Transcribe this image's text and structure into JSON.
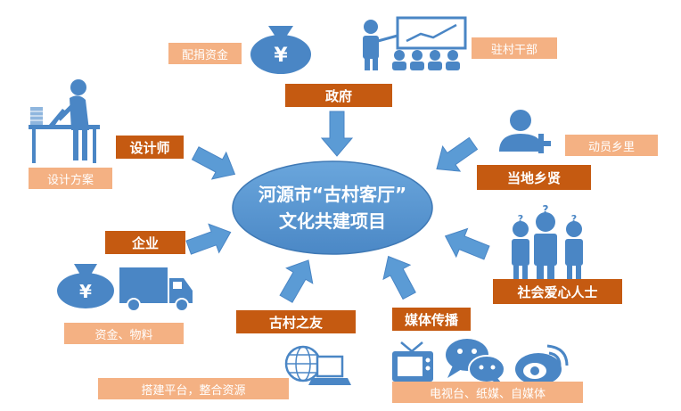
{
  "center": {
    "line1": "河源市“古村客厅”",
    "line2": "文化共建项目"
  },
  "nodes": {
    "government": "政府",
    "designer": "设计师",
    "local_elite": "当地乡贤",
    "enterprise": "企业",
    "charity": "社会爱心人士",
    "friends": "古村之友",
    "media": "媒体传播"
  },
  "notes": {
    "funds_donation": "配捐资金",
    "village_cadres": "驻村干部",
    "design_plan": "设计方案",
    "mobilize": "动员乡里",
    "funds_materials": "资金、物料",
    "platform": "搭建平台，整合资源",
    "media_channels": "电视台、纸媒、自媒体"
  },
  "colors": {
    "accent": "#c55a11",
    "light": "#f4b183",
    "blue": "#5b9bd5",
    "dark_blue": "#4a86c5"
  }
}
